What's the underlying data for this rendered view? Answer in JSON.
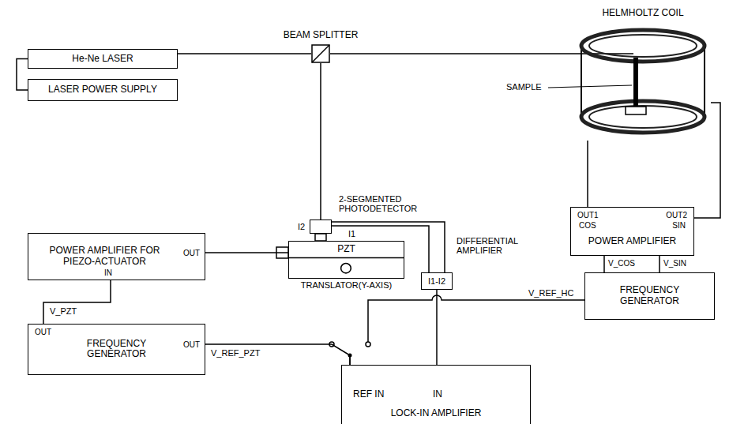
{
  "diagram": {
    "nodes": [
      {
        "text": [
          "He-Ne LASER"
        ]
      },
      {
        "text": [
          "LASER POWER SUPPLY"
        ]
      },
      {
        "text": [
          "BEAM SPLITTER"
        ]
      },
      {
        "text": [
          "HELMHOLTZ COIL"
        ]
      },
      {
        "text": [
          "2-SEGMENTED PHOTODETECTOR"
        ]
      },
      {
        "text": [
          "PZT",
          "TRANSLATOR(Y-AXIS)"
        ]
      },
      {
        "text": [
          "I1-I2",
          "DIFFERENTIAL AMPLIFIER"
        ]
      },
      {
        "text": [
          "POWER AMPLIFIER",
          "OUT1",
          "COS",
          "OUT2",
          "SIN"
        ]
      },
      {
        "text": [
          "FREQUENCY GENERATOR"
        ]
      },
      {
        "text": [
          "POWER AMPLIFIER FOR PIEZO-ACTUATOR",
          "OUT",
          "IN"
        ]
      },
      {
        "text": [
          "FREQUENCY GENERATOR",
          "OUT",
          "OUT"
        ]
      },
      {
        "text": [
          "REF IN",
          "IN",
          "LOCK-IN AMPLIFIER"
        ]
      }
    ],
    "edges": [
      {
        "from": 0,
        "to": 1,
        "arrow": "none"
      },
      {
        "from": 0,
        "to": 2,
        "arrow": "none"
      },
      {
        "from": 2,
        "to": 3,
        "arrow": "none"
      },
      {
        "from": 2,
        "to": 4,
        "arrow": "none"
      },
      {
        "from": 4,
        "to": 6,
        "arrow": "none"
      },
      {
        "from": 4,
        "to": 6,
        "arrow": "none"
      },
      {
        "from": 9,
        "to": 5,
        "arrow": "none"
      },
      {
        "from": 10,
        "to": 9,
        "arrow": "none"
      },
      {
        "from": 10,
        "to": 11,
        "arrow": "none"
      },
      {
        "from": 8,
        "to": 11,
        "arrow": "none"
      },
      {
        "from": 6,
        "to": 11,
        "arrow": "none"
      },
      {
        "from": 8,
        "to": 7,
        "label": "V_COS",
        "arrow": "none"
      },
      {
        "from": 8,
        "to": 7,
        "label": "V_SIN",
        "arrow": "none"
      },
      {
        "from": 7,
        "to": 3,
        "arrow": "none"
      },
      {
        "from": 7,
        "to": 3,
        "arrow": "none"
      }
    ],
    "labels": [
      "SAMPLE",
      "I2",
      "I1",
      "V_PZT",
      "V_REF_PZT",
      "V_REF_HC"
    ]
  }
}
